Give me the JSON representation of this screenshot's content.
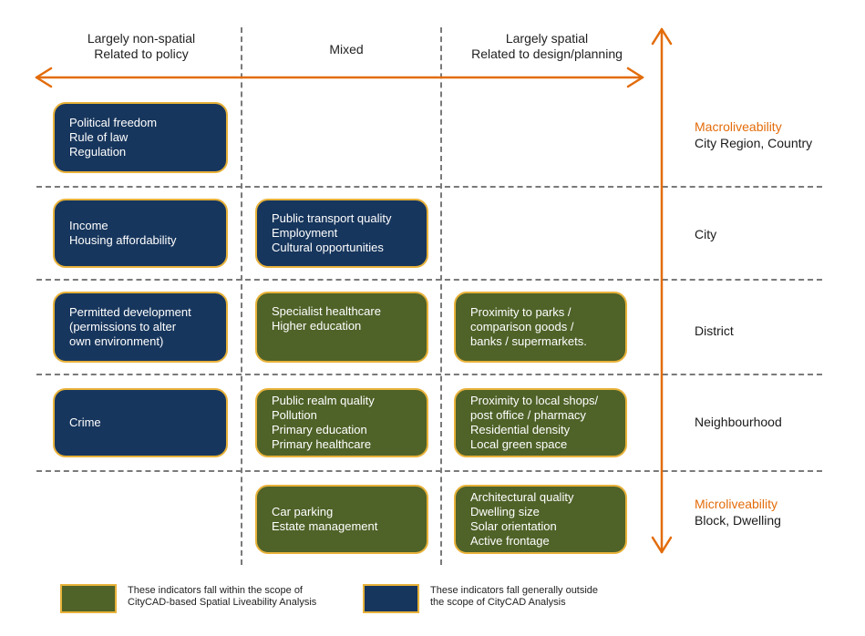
{
  "colors": {
    "policy_box": "#17365d",
    "spatial_box": "#4f6228",
    "box_border": "#e8b23a",
    "arrow": "#e36c0a",
    "accent_text": "#e36c0a",
    "divider": "#7a7a7a"
  },
  "columns": [
    {
      "line1": "Largely non-spatial",
      "line2": "Related to policy"
    },
    {
      "line1": "Mixed",
      "line2": ""
    },
    {
      "line1": "Largely spatial",
      "line2": "Related to design/planning"
    }
  ],
  "scales": [
    {
      "accent": "Macroliveability",
      "label": "City Region, Country"
    },
    {
      "accent": "",
      "label": "City"
    },
    {
      "accent": "",
      "label": "District"
    },
    {
      "accent": "",
      "label": "Neighbourhood"
    },
    {
      "accent": "Microliveability",
      "label": "Block, Dwelling"
    }
  ],
  "boxes": {
    "macro_policy": [
      "Political freedom",
      "Rule of law",
      "Regulation"
    ],
    "city_policy": [
      "Income",
      "Housing affordability"
    ],
    "city_mixed": [
      "Public transport quality",
      "Employment",
      "Cultural opportunities"
    ],
    "district_policy": [
      "Permitted development",
      "(permissions to alter",
      "own environment)"
    ],
    "district_mixed": [
      "Specialist healthcare",
      "Higher education"
    ],
    "district_spatial": [
      "Proximity to parks /",
      "comparison goods /",
      "banks / supermarkets."
    ],
    "neigh_policy": [
      "Crime"
    ],
    "neigh_mixed": [
      "Public realm quality",
      "Pollution",
      "Primary education",
      "Primary healthcare"
    ],
    "neigh_spatial": [
      "Proximity to local shops/",
      "post office / pharmacy",
      "Residential density",
      "Local green space"
    ],
    "block_mixed": [
      "Car parking",
      "Estate management"
    ],
    "block_spatial": [
      "Architectural quality",
      "Dwelling size",
      "Solar orientation",
      "Active frontage"
    ]
  },
  "legend": {
    "within": {
      "line1": "These indicators fall within the scope of",
      "line2": "CityCAD-based Spatial Liveability Analysis"
    },
    "outside": {
      "line1": "These indicators fall generally outside",
      "line2": "the scope of CityCAD Analysis"
    }
  }
}
